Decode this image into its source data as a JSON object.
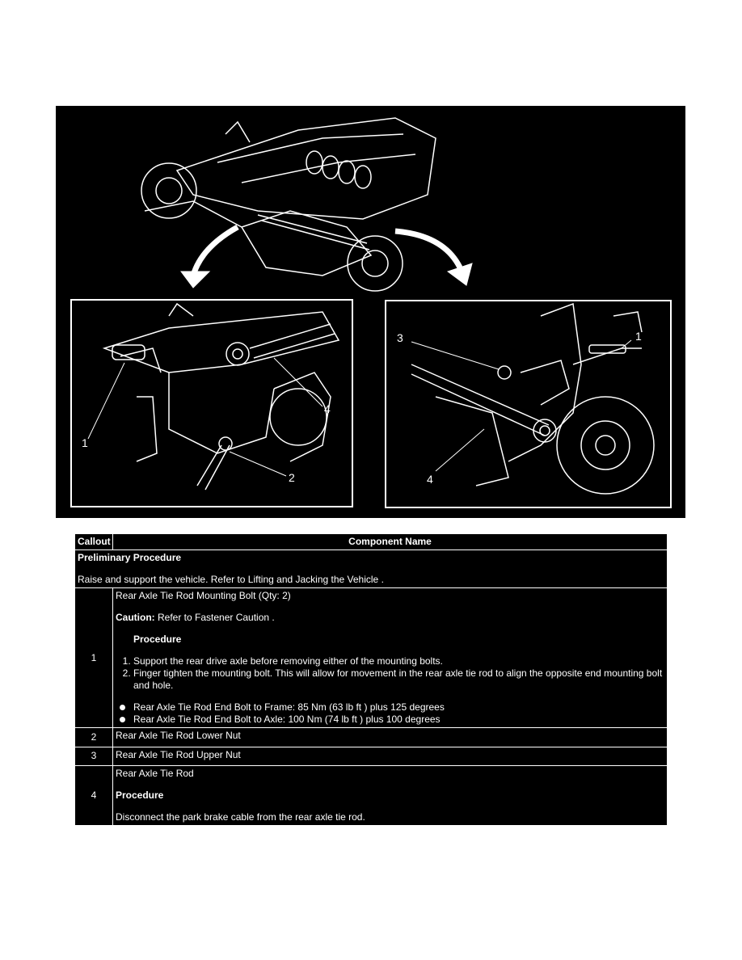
{
  "figure": {
    "callouts_left": [
      "1",
      "2",
      "4"
    ],
    "callouts_right": [
      "3",
      "1",
      "4"
    ]
  },
  "table": {
    "header_callout": "Callout",
    "header_name": "Component Name",
    "preliminary": {
      "title": "Preliminary Procedure",
      "text": "Raise and support the vehicle. Refer to Lifting and Jacking the Vehicle ."
    },
    "rows": [
      {
        "callout": "1",
        "name": "Rear Axle Tie Rod Mounting Bolt (Qty: 2)",
        "caution_label": "Caution:",
        "caution_text": " Refer to Fastener Caution .",
        "procedure_title": "Procedure",
        "steps": [
          "Support the rear drive axle before removing either of the mounting bolts.",
          "Finger tighten the mounting bolt. This will allow for movement in the rear axle tie rod to align the opposite end mounting bolt and hole."
        ],
        "specs": [
          "Rear Axle Tie Rod End Bolt to Frame: 85 Nm (63 lb ft ) plus 125 degrees",
          "Rear Axle Tie Rod End Bolt to Axle: 100 Nm (74 lb ft ) plus 100 degrees"
        ]
      },
      {
        "callout": "2",
        "name": "Rear Axle Tie Rod Lower Nut"
      },
      {
        "callout": "3",
        "name": "Rear Axle Tie Rod Upper Nut"
      },
      {
        "callout": "4",
        "name": "Rear Axle Tie Rod",
        "procedure_title": "Procedure",
        "text": "Disconnect the park brake cable from the rear axle tie rod."
      }
    ]
  }
}
